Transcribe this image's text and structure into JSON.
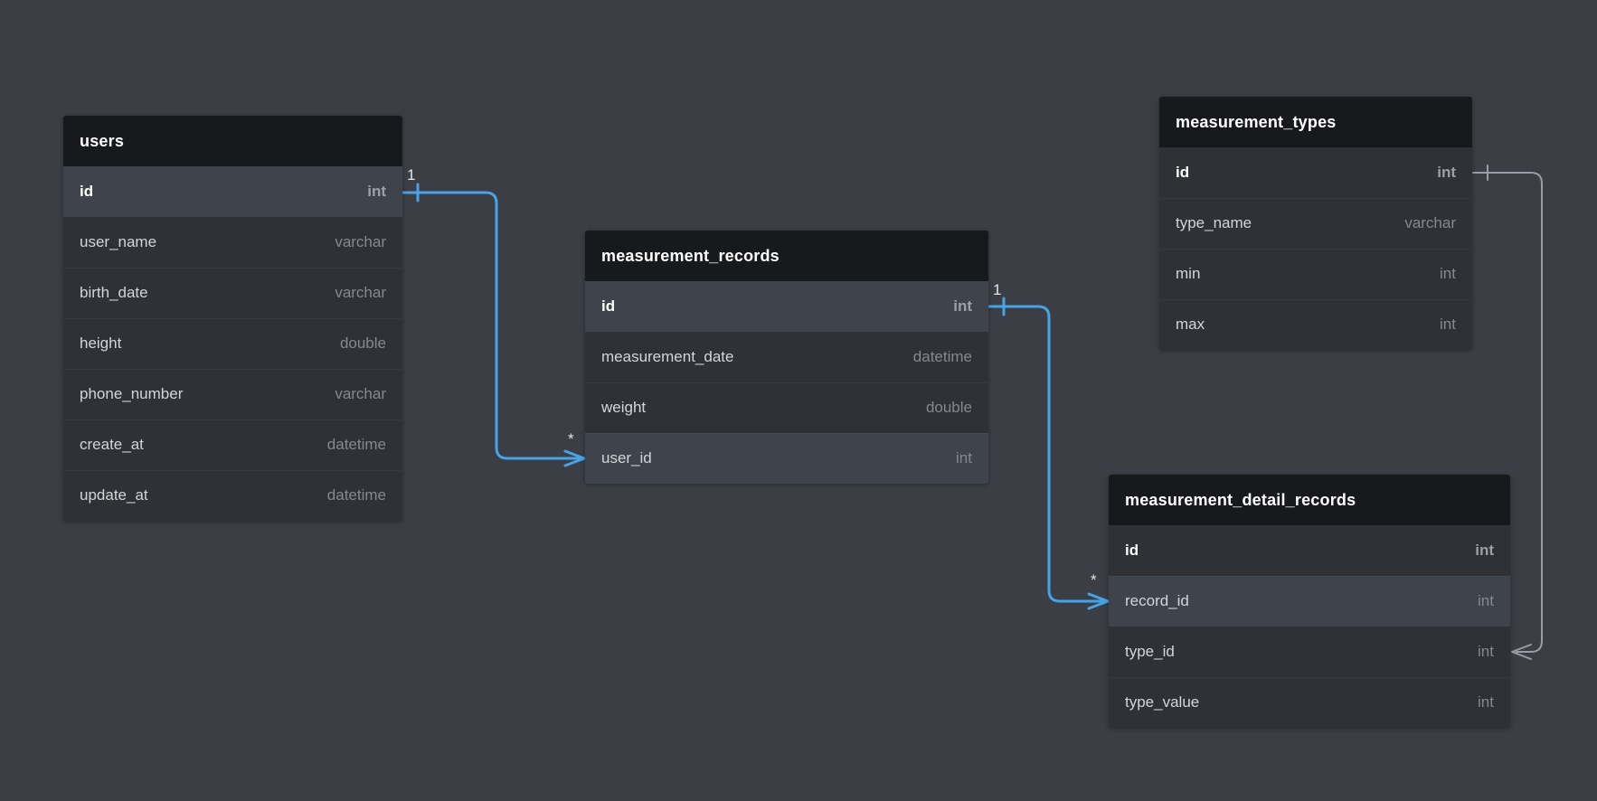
{
  "app": "database-er-diagram",
  "colors": {
    "background": "#3b3e45",
    "table_header_bg": "#17191d",
    "row_bg": "#2f3136",
    "row_highlight_bg": "#3f434b",
    "field_name_color": "#d3d5d8",
    "field_type_color": "#85888e",
    "relation_highlight": "#48a3e6",
    "relation_normal": "#9a9da5",
    "cardinality_label_color": "#e2e4e7"
  },
  "tables": [
    {
      "name": "users",
      "fields": [
        {
          "name": "id",
          "type": "int",
          "pk": true,
          "highlighted": true
        },
        {
          "name": "user_name",
          "type": "varchar"
        },
        {
          "name": "birth_date",
          "type": "varchar"
        },
        {
          "name": "height",
          "type": "double"
        },
        {
          "name": "phone_number",
          "type": "varchar"
        },
        {
          "name": "create_at",
          "type": "datetime"
        },
        {
          "name": "update_at",
          "type": "datetime"
        }
      ]
    },
    {
      "name": "measurement_records",
      "fields": [
        {
          "name": "id",
          "type": "int",
          "pk": true,
          "highlighted": true
        },
        {
          "name": "measurement_date",
          "type": "datetime"
        },
        {
          "name": "weight",
          "type": "double"
        },
        {
          "name": "user_id",
          "type": "int",
          "highlighted": true
        }
      ]
    },
    {
      "name": "measurement_types",
      "fields": [
        {
          "name": "id",
          "type": "int",
          "pk": true
        },
        {
          "name": "type_name",
          "type": "varchar"
        },
        {
          "name": "min",
          "type": "int"
        },
        {
          "name": "max",
          "type": "int"
        }
      ]
    },
    {
      "name": "measurement_detail_records",
      "fields": [
        {
          "name": "id",
          "type": "int",
          "pk": true
        },
        {
          "name": "record_id",
          "type": "int",
          "highlighted": true
        },
        {
          "name": "type_id",
          "type": "int"
        },
        {
          "name": "type_value",
          "type": "int"
        }
      ]
    }
  ],
  "relationships": [
    {
      "from": "users.id",
      "to": "measurement_records.user_id",
      "start_label": "1",
      "end_label": "*",
      "style": "highlighted"
    },
    {
      "from": "measurement_records.id",
      "to": "measurement_detail_records.record_id",
      "start_label": "1",
      "end_label": "*",
      "style": "highlighted"
    },
    {
      "from": "measurement_types.id",
      "to": "measurement_detail_records.type_id",
      "start_label": "",
      "end_label": "",
      "style": "normal"
    }
  ]
}
